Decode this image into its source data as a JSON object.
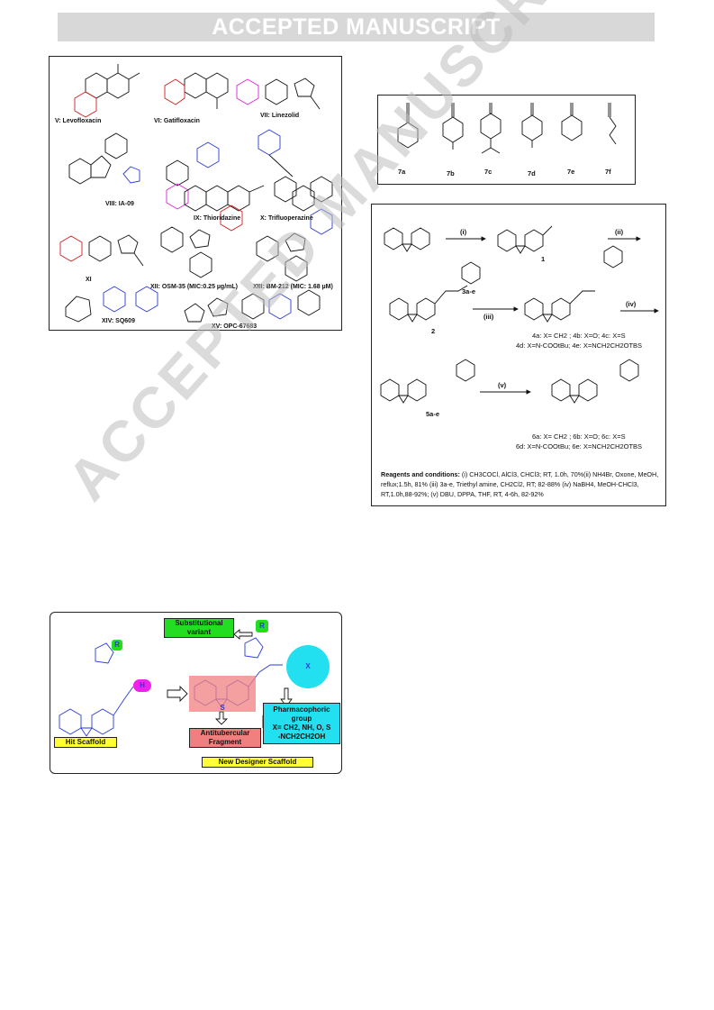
{
  "banner": "ACCEPTED MANUSCRIPT",
  "watermark": "ACCEPTED MANUSCRIPT",
  "figure1": {
    "labels": [
      "V: Levofloxacin",
      "VI: Gatifloxacin",
      "VII: Linezolid",
      "VIII: IA-09",
      "IX: Thioridazine",
      "X: Trifluoperazine",
      "XI",
      "XII: OSM-35 (MIC:0.25 µg/mL)",
      "XIII: BM-212  (MIC: 1.68 µM)",
      "XIV: SQ609",
      "XV: OPC-67683"
    ]
  },
  "figure2": {
    "labels": [
      "7a",
      "7b",
      "7c",
      "7d",
      "7e",
      "7f"
    ]
  },
  "scheme": {
    "steps": [
      "(i)",
      "(ii)",
      "(iii)",
      "(iv)",
      "(v)"
    ],
    "compounds": [
      "1",
      "2",
      "3a-e",
      "5a-e"
    ],
    "list4": [
      "4a: X= CH2 ; 4b: X=O; 4c: X=S",
      "4d: X=N-COOtBu; 4e: X=NCH2CH2OTBS"
    ],
    "list6": [
      "6a: X= CH2 ; 6b: X=O; 6c: X=S",
      "6d: X=N-COOtBu; 6e: X=NCH2CH2OTBS"
    ],
    "conditions_title": "Reagents and conditions:",
    "conditions_lines": [
      "(i) CH3COCl, AlCl3, CHCl3; RT, 1.0h, 70%(ii) NH4Br,",
      "Oxone, MeOH, reflux;1.5h, 81% (iii) 3a-e, Triethyl amine, CH2Cl2, RT; 82-88% (iv)",
      "NaBH4, MeOH-CHCl3, RT,1.0h,88-92%; (v) DBU, DPPA, THF, RT, 4-6h, 82-92%"
    ]
  },
  "design": {
    "substitutional": "Substitutional variant",
    "hit": "Hit Scaffold",
    "antitubercular": "Antitubercular Fragment",
    "pharmacophoric": "Pharmacophoric group",
    "x_values": "X= CH2, NH, O, S",
    "x_values2": "-NCH2CH2OH",
    "new": "New Designer Scaffold",
    "r_label": "R",
    "h_label": "H",
    "x_label": "X",
    "s_label": "S"
  },
  "colors": {
    "green": "#22dd22",
    "yellow": "#ffff33",
    "salmon": "#f08080",
    "cyan": "#22e0f0",
    "magenta": "#ee22ee",
    "blue": "#2a3bd6"
  }
}
